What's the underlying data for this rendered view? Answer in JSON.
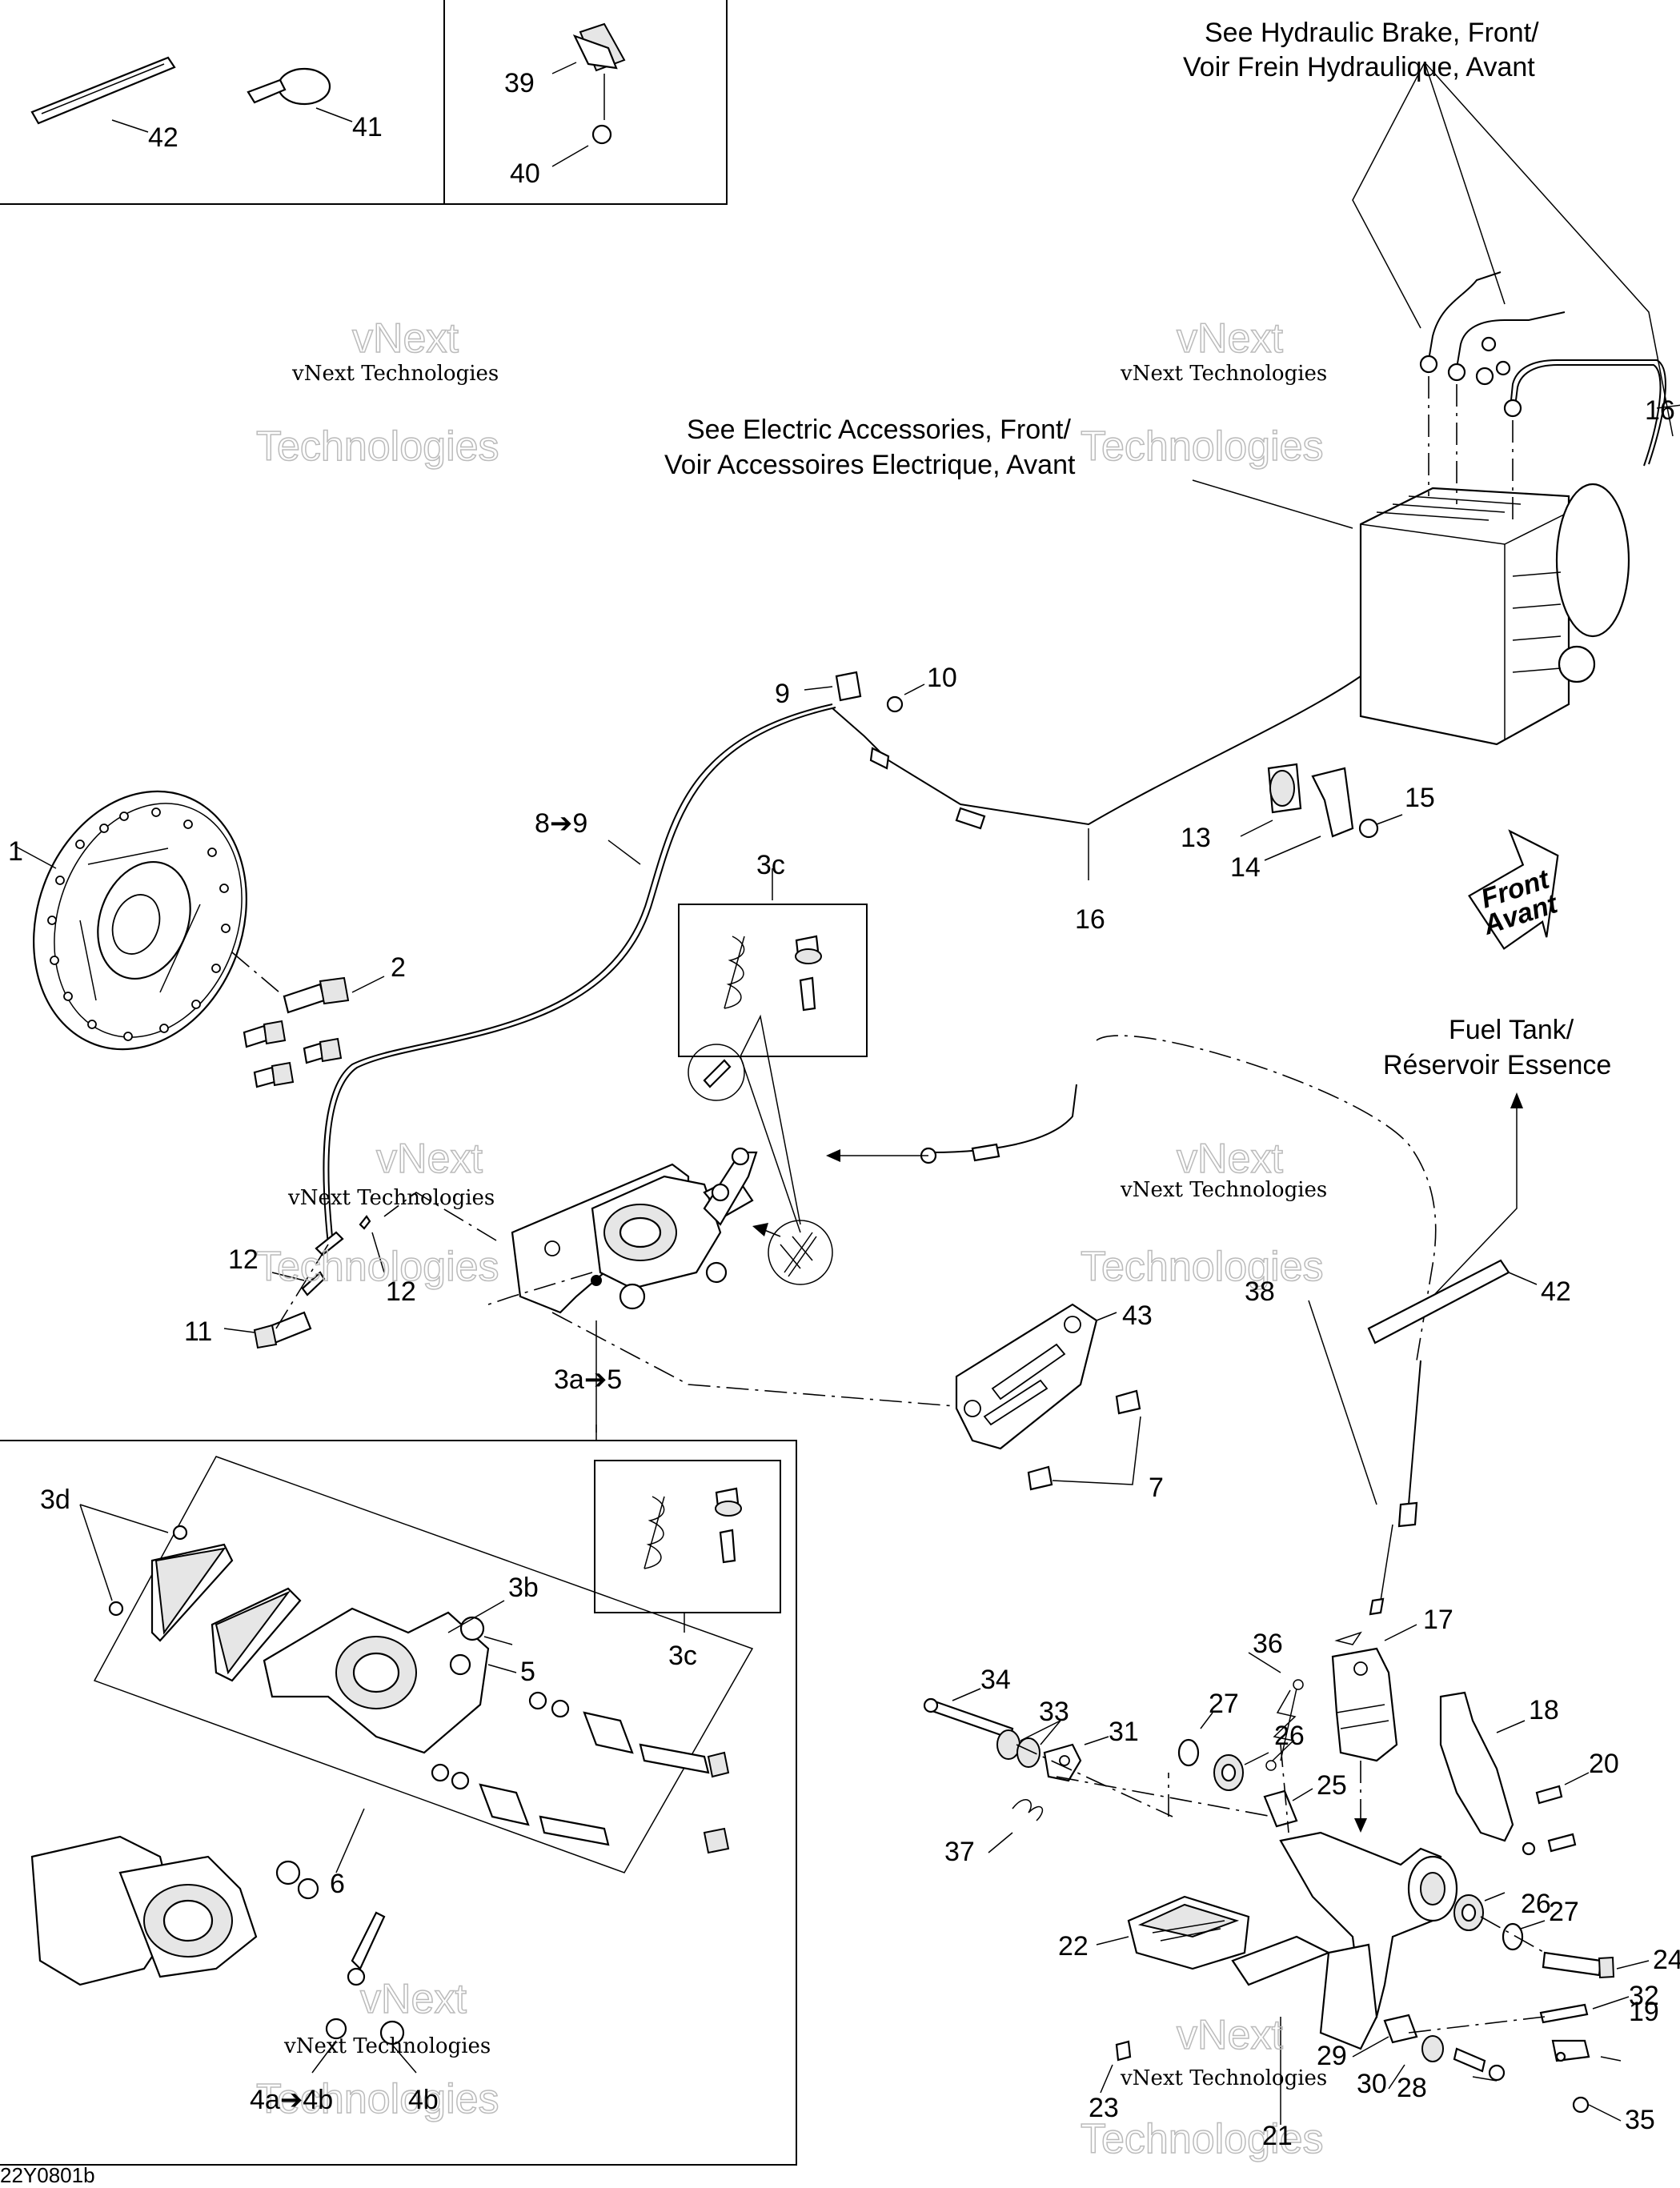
{
  "notes": {
    "hydraulic_brake": [
      "See Hydraulic Brake, Front/",
      "Voir Frein Hydraulique, Avant"
    ],
    "electric_accessories": [
      "See Electric Accessories, Front/",
      "Voir Accessoires Electrique, Avant"
    ],
    "fuel_tank": [
      "Fuel Tank/",
      "Réservoir Essence"
    ],
    "front_arrow": [
      "Front",
      "Avant"
    ]
  },
  "watermark": {
    "line1": "vNext Technologies",
    "line2": "vNext",
    "line3": "Technologies"
  },
  "drawing_code": "22Y0801b",
  "callouts": [
    "1",
    "2",
    "3c",
    "3a➔5",
    "3b",
    "3c",
    "3d",
    "4a➔4b",
    "4b",
    "5",
    "6",
    "7",
    "8➔9",
    "9",
    "10",
    "11",
    "12",
    "12",
    "13",
    "14",
    "15",
    "16",
    "16",
    "17",
    "18",
    "19",
    "20",
    "21",
    "22",
    "23",
    "24",
    "25",
    "26",
    "26",
    "27",
    "27",
    "28",
    "29",
    "30",
    "31",
    "32",
    "33",
    "34",
    "35",
    "36",
    "37",
    "38",
    "39",
    "40",
    "41",
    "42",
    "42",
    "43"
  ]
}
